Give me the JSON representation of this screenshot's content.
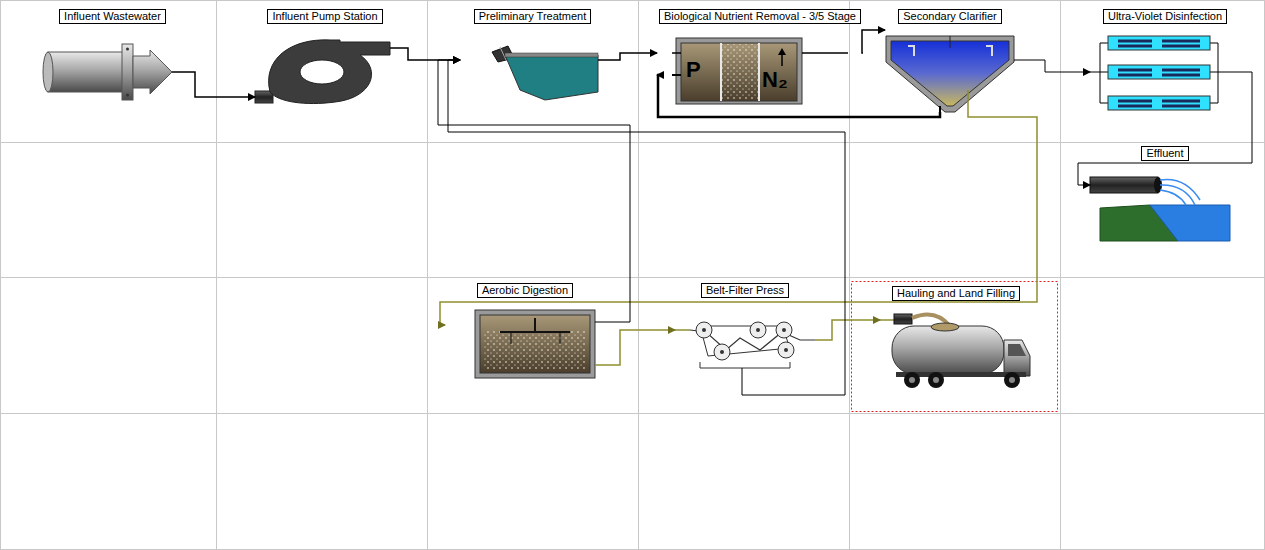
{
  "diagram": {
    "nodes": [
      {
        "text": [
          "Influent Wastewater"
        ]
      },
      {
        "text": [
          "Influent Pump Station"
        ]
      },
      {
        "text": [
          "Preliminary Treatment"
        ]
      },
      {
        "text": [
          "Biological Nutrient Removal - 3/5 Stage"
        ]
      },
      {
        "text": [
          "Secondary Clarifier"
        ]
      },
      {
        "text": [
          "Ultra-Violet Disinfection"
        ]
      },
      {
        "text": [
          "Effluent"
        ]
      },
      {
        "text": [
          "Aerobic Digestion"
        ]
      },
      {
        "text": [
          "Belt-Filter Press"
        ]
      },
      {
        "text": [
          "Hauling and Land Filling"
        ]
      }
    ],
    "edges": [
      {
        "from": 0,
        "to": 1,
        "arrow": "to"
      },
      {
        "from": 1,
        "to": 2,
        "arrow": "to"
      },
      {
        "from": 2,
        "to": 3,
        "arrow": "to"
      },
      {
        "from": 3,
        "to": 4,
        "arrow": "to"
      },
      {
        "from": 4,
        "to": 5,
        "arrow": "to"
      },
      {
        "from": 5,
        "to": 6,
        "arrow": "to"
      },
      {
        "from": 4,
        "to": 3,
        "arrow": "to"
      },
      {
        "from": 4,
        "to": 7,
        "arrow": "to"
      },
      {
        "from": 7,
        "to": 8,
        "arrow": "to"
      },
      {
        "from": 8,
        "to": 9,
        "arrow": "to"
      },
      {
        "from": 7,
        "to": 2,
        "arrow": "to"
      },
      {
        "from": 8,
        "to": 2,
        "arrow": "to"
      }
    ],
    "labels": [
      "P",
      "N₂"
    ]
  }
}
